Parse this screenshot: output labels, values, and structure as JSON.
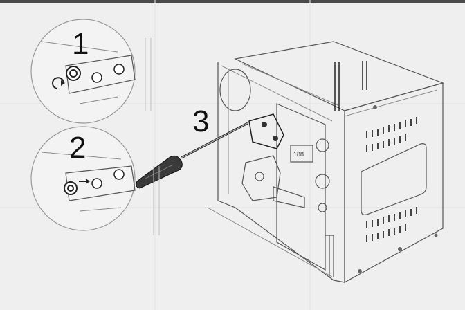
{
  "steps": {
    "step1": "1",
    "step2": "2",
    "step3": "3"
  },
  "display": {
    "readout": "188"
  },
  "colors": {
    "background": "#efefef",
    "topbar": "#4a4a4a",
    "line": "#555555",
    "screwdriver_handle": "#3a3a3a"
  }
}
